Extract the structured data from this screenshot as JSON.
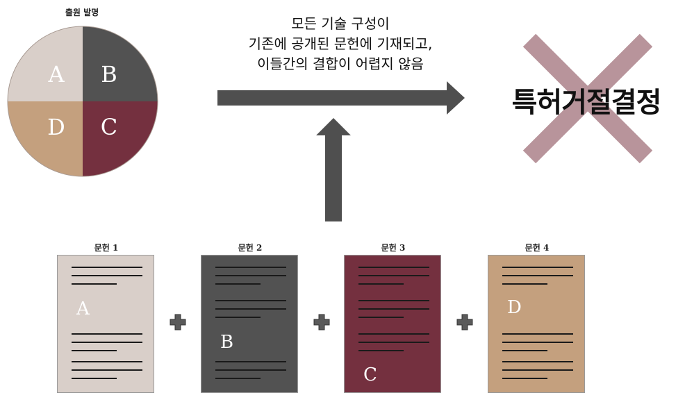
{
  "pie": {
    "title": "출원 발명",
    "segments": [
      {
        "label": "A",
        "color": "#d9cfc9"
      },
      {
        "label": "B",
        "color": "#525252"
      },
      {
        "label": "C",
        "color": "#74303f"
      },
      {
        "label": "D",
        "color": "#c4a07e"
      }
    ]
  },
  "caption": [
    "모든 기술 구성이",
    "기존에 공개된 문헌에 기재되고,",
    "이들간의 결합이 어렵지 않음"
  ],
  "result": {
    "label": "특허거절결정",
    "cross_color": "#b8949b"
  },
  "arrow_color": "#4f4f4f",
  "documents": [
    {
      "title": "문헌 1",
      "letter": "A",
      "bg": "#d9cfc9",
      "ink": "#ffffff"
    },
    {
      "title": "문헌 2",
      "letter": "B",
      "bg": "#525252",
      "ink": "#ffffff"
    },
    {
      "title": "문헌 3",
      "letter": "C",
      "bg": "#74303f",
      "ink": "#ffffff"
    },
    {
      "title": "문헌 4",
      "letter": "D",
      "bg": "#c4a07e",
      "ink": "#ffffff"
    }
  ]
}
